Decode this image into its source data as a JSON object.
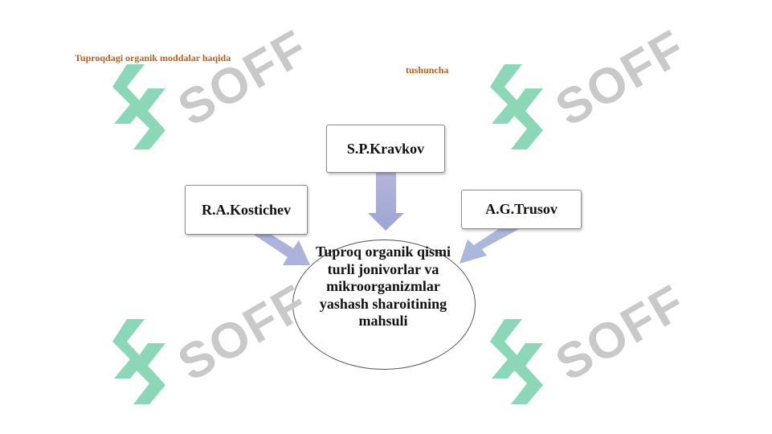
{
  "header": {
    "left_heading": "Tuproqdagi organik moddalar haqida",
    "right_heading": "tushuncha"
  },
  "diagram": {
    "top_box": "S.P.Kravkov",
    "left_box": "R.A.Kostichev",
    "right_box": "A.G.Trusov",
    "center_text": "Tuproq organik qismi turli jonivorlar va mikroorganizmlar yashash sharoitining mahsuli"
  },
  "watermark": {
    "text": "SOFF",
    "icon": "soff-logo-icon",
    "logo_color": "#7fd3b0",
    "text_color": "#c9c9c9"
  },
  "colors": {
    "heading": "#b8601c",
    "arrow": "#aab0dc"
  }
}
